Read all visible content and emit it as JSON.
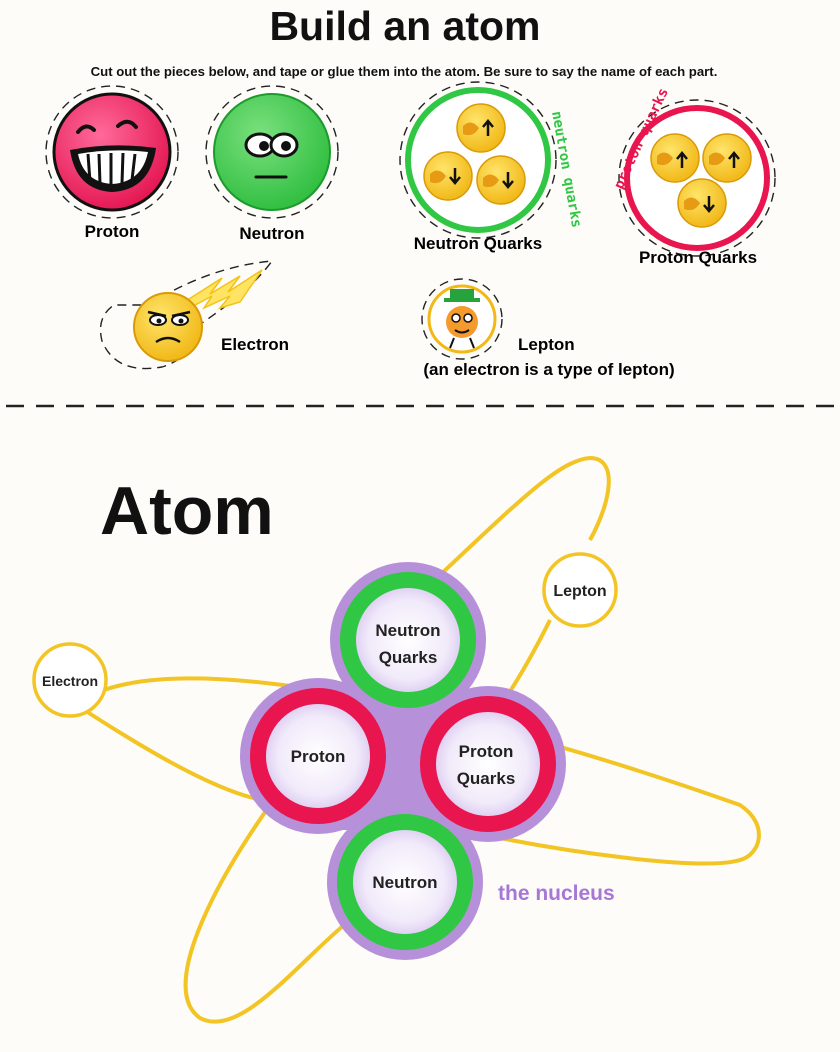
{
  "title": "Build an atom",
  "instructions": "Cut out the pieces below, and tape or glue them into the atom. Be sure to say the name of each part.",
  "pieces": {
    "proton": "Proton",
    "neutron": "Neutron",
    "neutron_quarks": "Neutron Quarks",
    "neutron_quarks_handwritten": "neutron quarks",
    "proton_quarks": "Proton Quarks",
    "proton_quarks_handwritten": "proton quarks",
    "electron": "Electron",
    "lepton": "Lepton",
    "lepton_note": "(an electron is a type of lepton)"
  },
  "atom": {
    "heading": "Atom",
    "neutron_quarks_line1": "Neutron",
    "neutron_quarks_line2": "Quarks",
    "proton": "Proton",
    "proton_quarks_line1": "Proton",
    "proton_quarks_line2": "Quarks",
    "neutron": "Neutron",
    "electron": "Electron",
    "lepton": "Lepton",
    "nucleus_label": "the nucleus"
  },
  "colors": {
    "proton": "#e8154f",
    "neutron": "#2fc743",
    "quark": "#f5c21f",
    "orbit": "#f2c524",
    "nucleus": "#b790da",
    "nucleus_label": "#a776d6"
  }
}
